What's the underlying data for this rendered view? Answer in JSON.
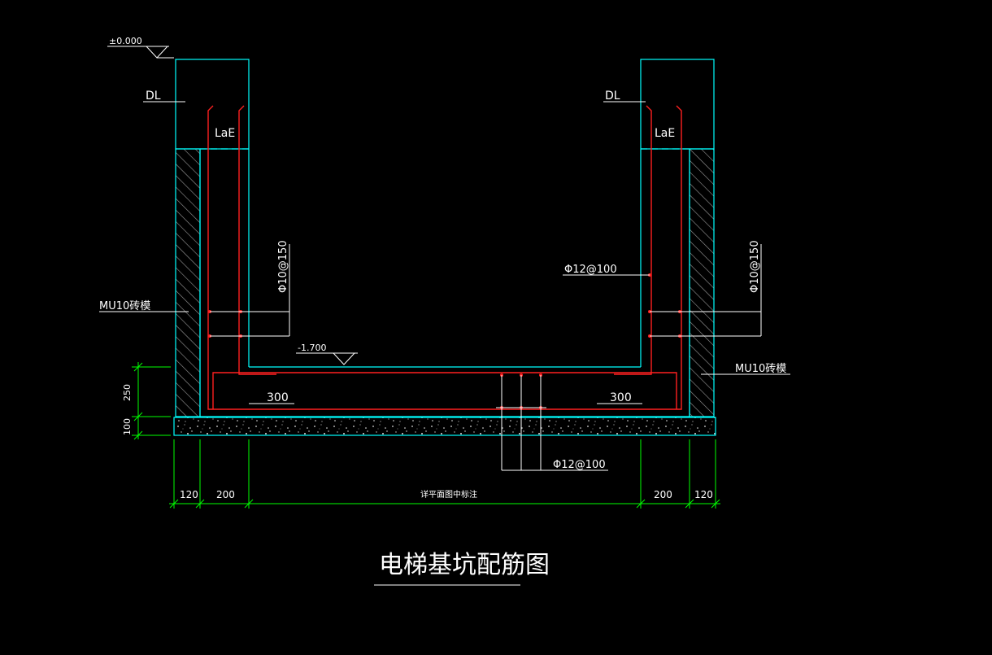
{
  "drawing": {
    "title": "电梯基坑配筋图",
    "elevations": {
      "top": "±0.000",
      "bottom": "-1.700"
    },
    "labels": {
      "beam_left": "DL",
      "beam_right": "DL",
      "anchor_left": "LaE",
      "anchor_right": "LaE",
      "masonry_left": "MU10砖模",
      "masonry_right": "MU10砖模",
      "rebar_wall_left": "Φ10@150",
      "rebar_wall_right": "Φ10@150",
      "rebar_wall_inner_right": "Φ12@100",
      "rebar_slab": "Φ12@100",
      "hook_left": "300",
      "hook_right": "300"
    },
    "dimensions": {
      "vertical": [
        "250",
        "100"
      ],
      "horizontal": [
        "120",
        "200",
        "详平面图中标注",
        "200",
        "120"
      ]
    },
    "colors": {
      "background": "#000000",
      "outline": "#00ffff",
      "rebar": "#ff2020",
      "dimension": "#00ff00",
      "text": "#ffffff",
      "hatch": "#9a9a9a"
    }
  }
}
